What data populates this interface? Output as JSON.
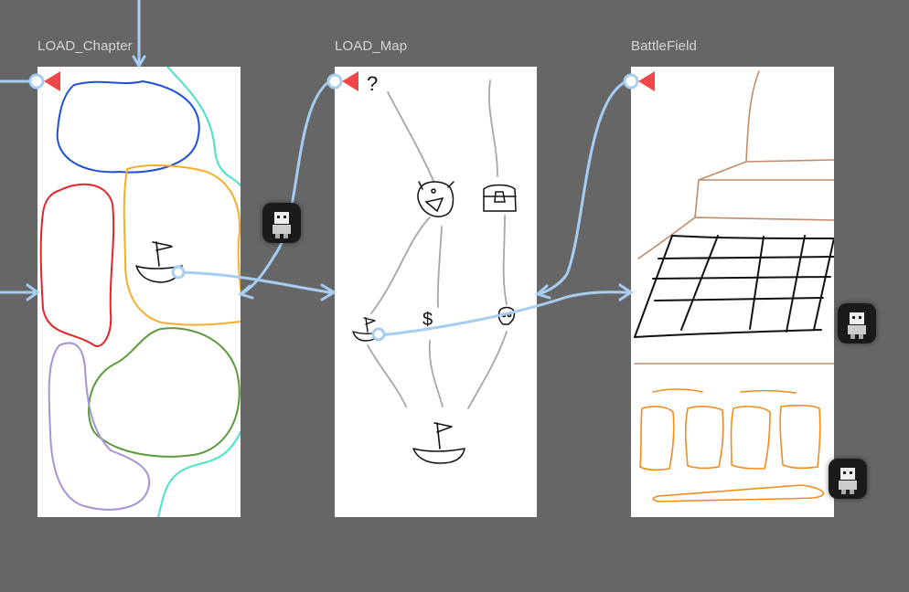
{
  "frames": [
    {
      "id": "chapter",
      "title": "LOAD_Chapter"
    },
    {
      "id": "map",
      "title": "LOAD_Map"
    },
    {
      "id": "battlefield",
      "title": "BattleField"
    }
  ],
  "map_labels": {
    "question": "?",
    "dollar": "$"
  },
  "colors": {
    "canvas": "#666666",
    "connector": "#a7cdf2",
    "flag": "#f04848",
    "frame_title": "#d6d6d6"
  },
  "icons": {
    "collaborator": "robot-avatar-icon",
    "start_flag": "flag-icon"
  }
}
